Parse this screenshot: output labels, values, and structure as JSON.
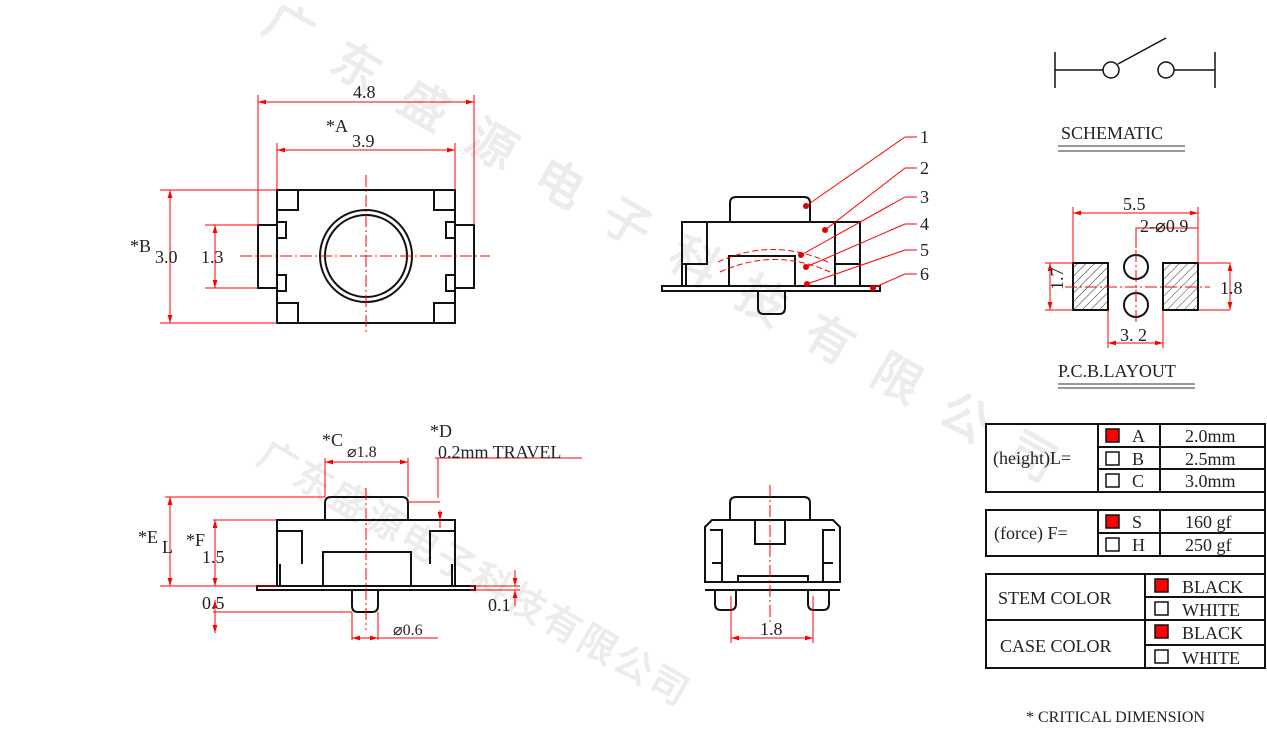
{
  "watermark": "广东盛源电子科技有限公司",
  "top_view": {
    "overall": "4.8",
    "a_label": "*A",
    "a_value": "3.9",
    "b_label": "*B",
    "b_value": "3.0",
    "inner": "1.3"
  },
  "side_view": {
    "callouts": [
      "1",
      "2",
      "3",
      "4",
      "5",
      "6"
    ]
  },
  "front_view": {
    "c_label": "*C",
    "c_value": "⌀1.8",
    "d_label": "*D",
    "travel": "0.2mm TRAVEL",
    "e_label": "*E",
    "e_sub": "L",
    "f_label": "*F",
    "f_value": "1.5",
    "leg": "0.5",
    "flange": "0.1",
    "nub": "⌀0.6"
  },
  "bottom_view": {
    "width": "1.8"
  },
  "schematic": {
    "title": "SCHEMATIC"
  },
  "pcb": {
    "title": "P.C.B.LAYOUT",
    "width": "5.5",
    "holes": "2-⌀0.9",
    "height_left": "1.7",
    "height_right": "1.8",
    "gap": "3. 2"
  },
  "tables": {
    "height": {
      "label": "(height)L=",
      "rows": [
        {
          "code": "A",
          "value": "2.0mm",
          "checked": true
        },
        {
          "code": "B",
          "value": "2.5mm",
          "checked": false
        },
        {
          "code": "C",
          "value": "3.0mm",
          "checked": false
        }
      ]
    },
    "force": {
      "label": "(force) F=",
      "rows": [
        {
          "code": "S",
          "value": "160 gf",
          "checked": true
        },
        {
          "code": "H",
          "value": "250 gf",
          "checked": false
        }
      ]
    },
    "stem": {
      "label": "STEM COLOR",
      "rows": [
        {
          "value": "BLACK",
          "checked": true
        },
        {
          "value": "WHITE",
          "checked": false
        }
      ]
    },
    "case": {
      "label": "CASE COLOR",
      "rows": [
        {
          "value": "BLACK",
          "checked": true
        },
        {
          "value": "WHITE",
          "checked": false
        }
      ]
    }
  },
  "note": "* CRITICAL  DIMENSION",
  "colors": {
    "accent": "#ff0000"
  }
}
